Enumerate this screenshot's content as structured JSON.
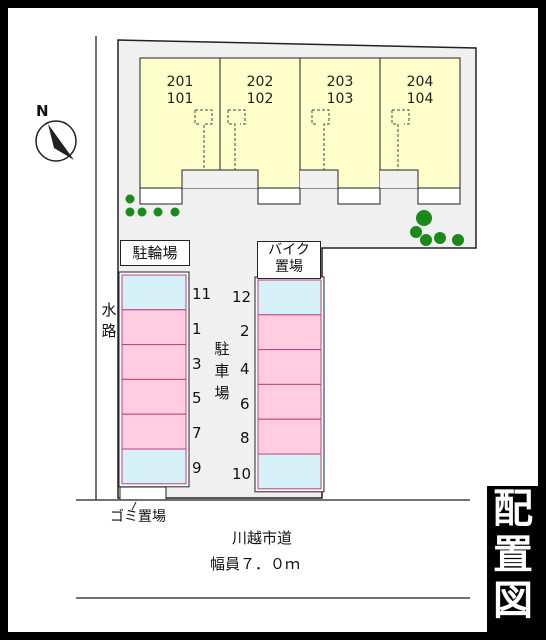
{
  "units": [
    {
      "upper": "201",
      "lower": "101"
    },
    {
      "upper": "202",
      "lower": "102"
    },
    {
      "upper": "203",
      "lower": "103"
    },
    {
      "upper": "204",
      "lower": "104"
    }
  ],
  "compass_letter": "N",
  "bicycle_parking": "駐輪場",
  "bike_parking_line1": "バイク",
  "bike_parking_line2": "置場",
  "waterway_chars": [
    "水",
    "路"
  ],
  "car_parking_chars": [
    "駐",
    "車",
    "場"
  ],
  "left_spaces": [
    "11",
    "1",
    "3",
    "5",
    "7",
    "9"
  ],
  "right_spaces": [
    "12",
    "2",
    "4",
    "6",
    "8",
    "10"
  ],
  "garbage": "ゴミ置場",
  "road_name": "川越市道",
  "road_width": "幅員７．０ｍ",
  "badge_chars": [
    "配",
    "置",
    "図"
  ],
  "colors": {
    "building": "#ffffcc",
    "parking_pink": "#ffcce0",
    "parking_blue": "#d6f0f8",
    "tree": "#1a8a1a"
  }
}
